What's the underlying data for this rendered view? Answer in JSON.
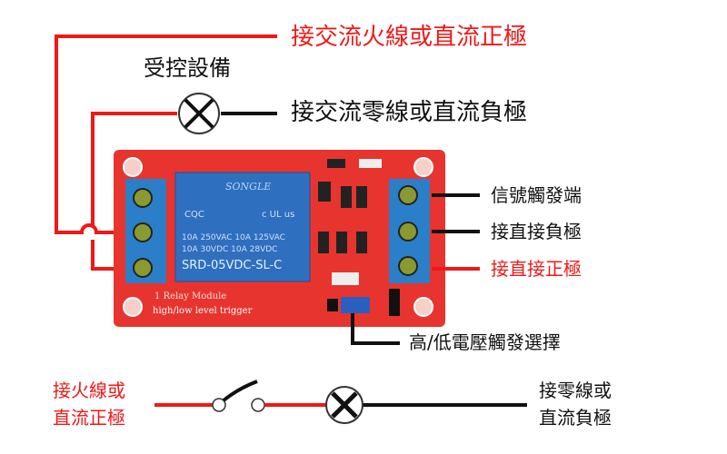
{
  "labels": {
    "top_live": "接交流火線或直流正極",
    "controlled_device": "受控設備",
    "top_neutral": "接交流零線或直流負極",
    "signal": "信號觸發端",
    "negative": "接直接負極",
    "positive": "接直接正極",
    "jumper": "高/低電壓觸發選擇",
    "bottom_left_1": "接火線或",
    "bottom_left_2": "直流正極",
    "bottom_right_1": "接零線或",
    "bottom_right_2": "直流負極"
  },
  "module": {
    "brand": "SONGLE",
    "rating_1": "10A 250VAC  10A 125VAC",
    "rating_2": "10A 30VDC  10A 28VDC",
    "model": "SRD-05VDC-SL-C",
    "cert": "CQC",
    "ul": "c UL us",
    "title": "1 Relay  Module",
    "subtitle": "high/low level trigger"
  },
  "colors": {
    "wire_live": "#f01818",
    "wire_neutral": "#111111",
    "pcb": "#e8342e",
    "terminal": "#2a7fc8",
    "relay": "#2f6fbf"
  }
}
